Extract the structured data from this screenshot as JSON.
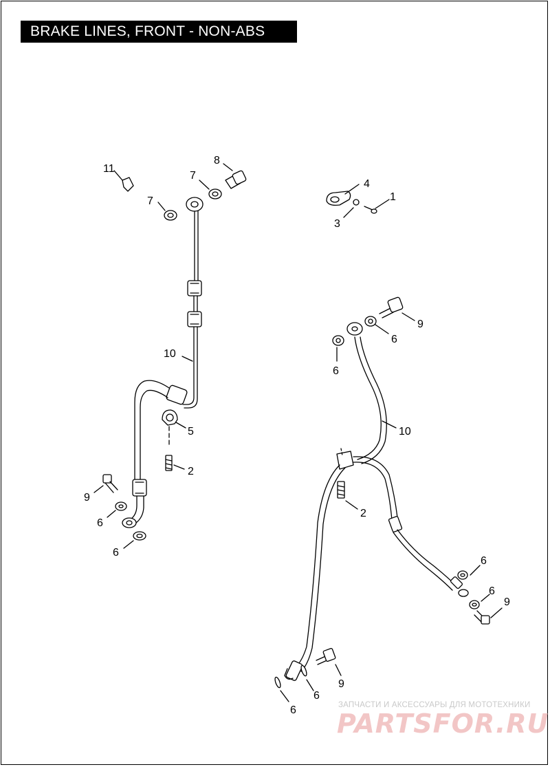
{
  "title": "BRAKE LINES, FRONT - NON-ABS",
  "callouts": {
    "left_11": "11",
    "left_8": "8",
    "left_7a": "7",
    "left_7b": "7",
    "left_10": "10",
    "left_5": "5",
    "left_2": "2",
    "left_9": "9",
    "left_6a": "6",
    "left_6b": "6",
    "right_4": "4",
    "right_1": "1",
    "right_3": "3",
    "right_9a": "9",
    "right_6a": "6",
    "right_6b": "6",
    "right_10": "10",
    "right_2": "2",
    "right_6c": "6",
    "right_6d": "6",
    "right_9b": "9",
    "right_9c": "9",
    "right_6e": "6",
    "right_6f": "6"
  },
  "watermark": {
    "line": "ЗАПЧАСТИ И АКСЕССУАРЫ ДЛЯ МОТОТЕХНИКИ",
    "logo": "PARTSFOR.RU"
  },
  "colors": {
    "ink": "#000000",
    "title_bg": "#000000",
    "title_fg": "#ffffff",
    "watermark": "#f2c6c6"
  }
}
